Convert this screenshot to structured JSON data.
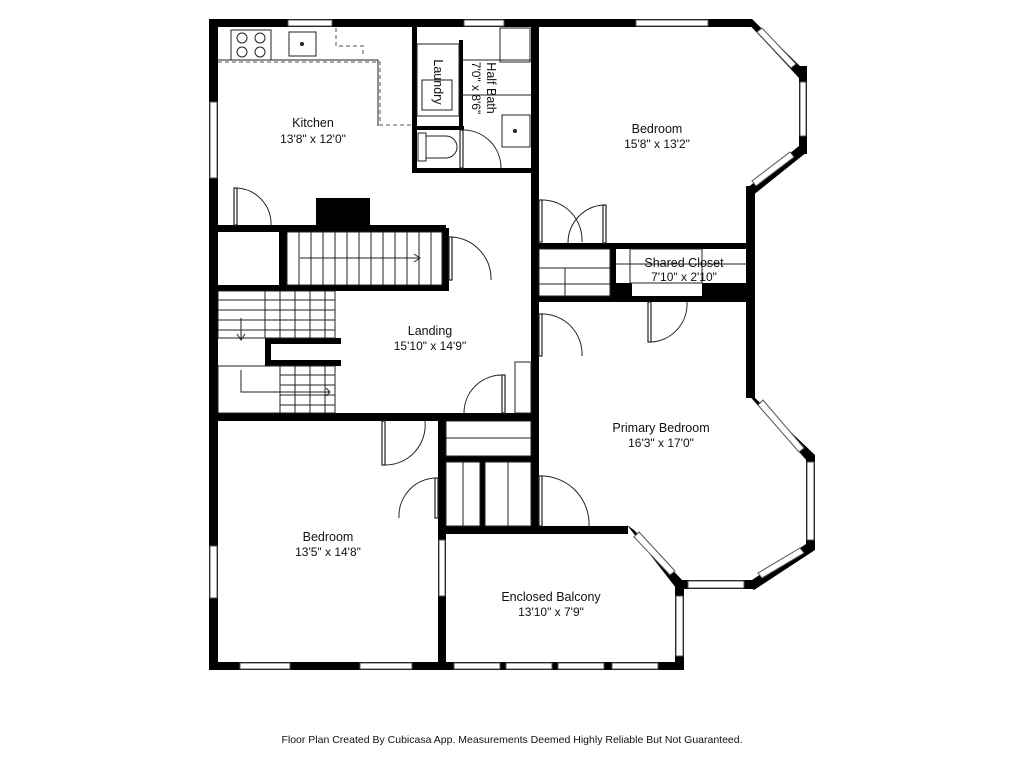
{
  "rooms": {
    "kitchen": {
      "name": "Kitchen",
      "dims": "13'8\" x 12'0\""
    },
    "half_bath": {
      "name": "Half Bath",
      "dims": "7'0\" x 8'6\""
    },
    "laundry": {
      "name": "Laundry"
    },
    "bedroom_ne": {
      "name": "Bedroom",
      "dims": "15'8\" x 13'2\""
    },
    "shared_closet": {
      "name": "Shared Closet",
      "dims": "7'10\" x 2'10\""
    },
    "landing": {
      "name": "Landing",
      "dims": "15'10\" x 14'9\""
    },
    "primary_bedroom": {
      "name": "Primary Bedroom",
      "dims": "16'3\" x 17'0\""
    },
    "bedroom_sw": {
      "name": "Bedroom",
      "dims": "13'5\" x 14'8\""
    },
    "enclosed_balcony": {
      "name": "Enclosed Balcony",
      "dims": "13'10\" x 7'9\""
    }
  },
  "footer": {
    "text": "Floor Plan Created By Cubicasa App. Measurements Deemed Highly Reliable But Not Guaranteed."
  }
}
